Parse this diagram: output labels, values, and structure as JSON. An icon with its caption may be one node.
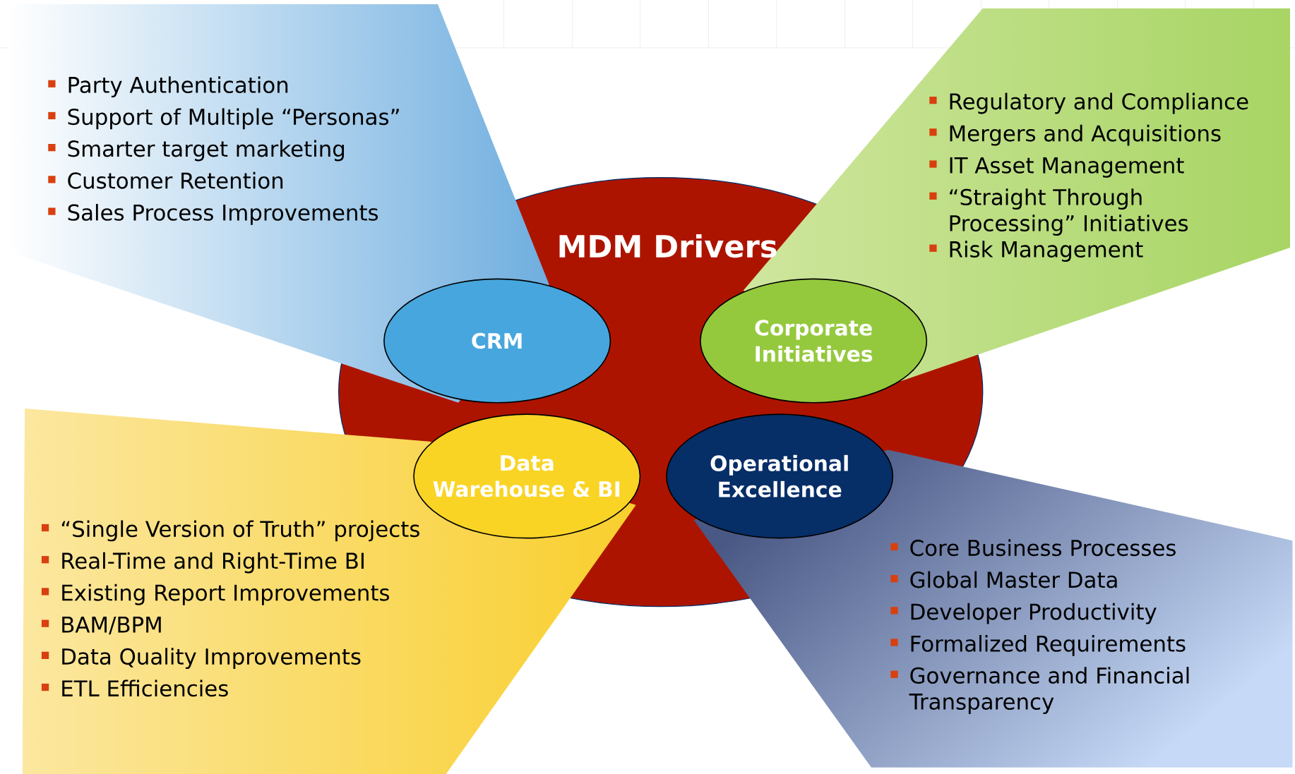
{
  "diagram": {
    "nodes": [
      {
        "text": [
          "MDM Drivers"
        ]
      },
      {
        "text": [
          "Party Authentication",
          "Support of Multiple “Personas”",
          "Smarter target marketing",
          "Customer Retention",
          "Sales Process Improvements"
        ]
      },
      {
        "text": [
          "Regulatory and Compliance",
          "Mergers and Acquisitions",
          "IT Asset Management",
          "“Straight Through Processing” Initiatives",
          "Risk Management"
        ]
      },
      {
        "text": [
          "CRM"
        ],
        "in": 0
      },
      {
        "text": [
          "Corporate Initiatives"
        ],
        "in": 0
      },
      {
        "text": [
          "Data Warehouse & BI"
        ],
        "in": 0
      },
      {
        "text": [
          "Operational Excellence"
        ],
        "in": 0
      },
      {
        "text": [
          "“Single Version of Truth” projects",
          "Real-Time and Right-Time BI",
          "Existing Report Improvements",
          "BAM/BPM",
          "Data Quality Improvements",
          "ETL Efficiencies"
        ]
      },
      {
        "text": [
          "Core Business Processes",
          "Global Master Data",
          "Developer Productivity",
          "Formalized Requirements",
          "Governance and Financial Transparency"
        ]
      }
    ]
  }
}
